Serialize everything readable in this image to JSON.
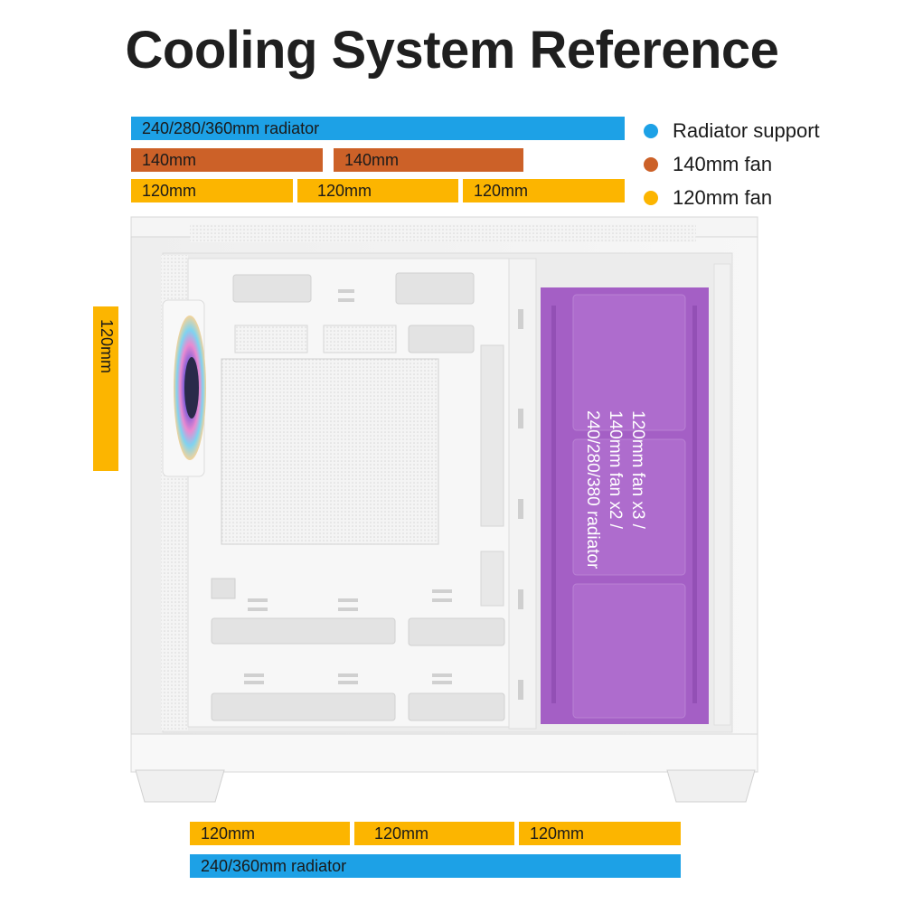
{
  "title": "Cooling System Reference",
  "colors": {
    "radiator": "#1da1e6",
    "fan140": "#cc6128",
    "fan120": "#fcb500",
    "purple": "#a45fc5"
  },
  "top": {
    "radiator_label": "240/280/360mm radiator",
    "fan140": [
      "140mm",
      "140mm"
    ],
    "fan120": [
      "120mm",
      "120mm",
      "120mm"
    ]
  },
  "legend": [
    {
      "label": "Radiator support",
      "color": "#1da1e6"
    },
    {
      "label": "140mm fan",
      "color": "#cc6128"
    },
    {
      "label": "120mm fan",
      "color": "#fcb500"
    }
  ],
  "side": {
    "fan120_label": "120mm"
  },
  "bottom": {
    "fan120": [
      "120mm",
      "120mm",
      "120mm"
    ],
    "radiator_label": "240/360mm radiator"
  },
  "mount_text": {
    "line1": "120mm fan x3 /",
    "line2": "140mm fan x2 /",
    "line3": "240/280/380 radiator"
  }
}
